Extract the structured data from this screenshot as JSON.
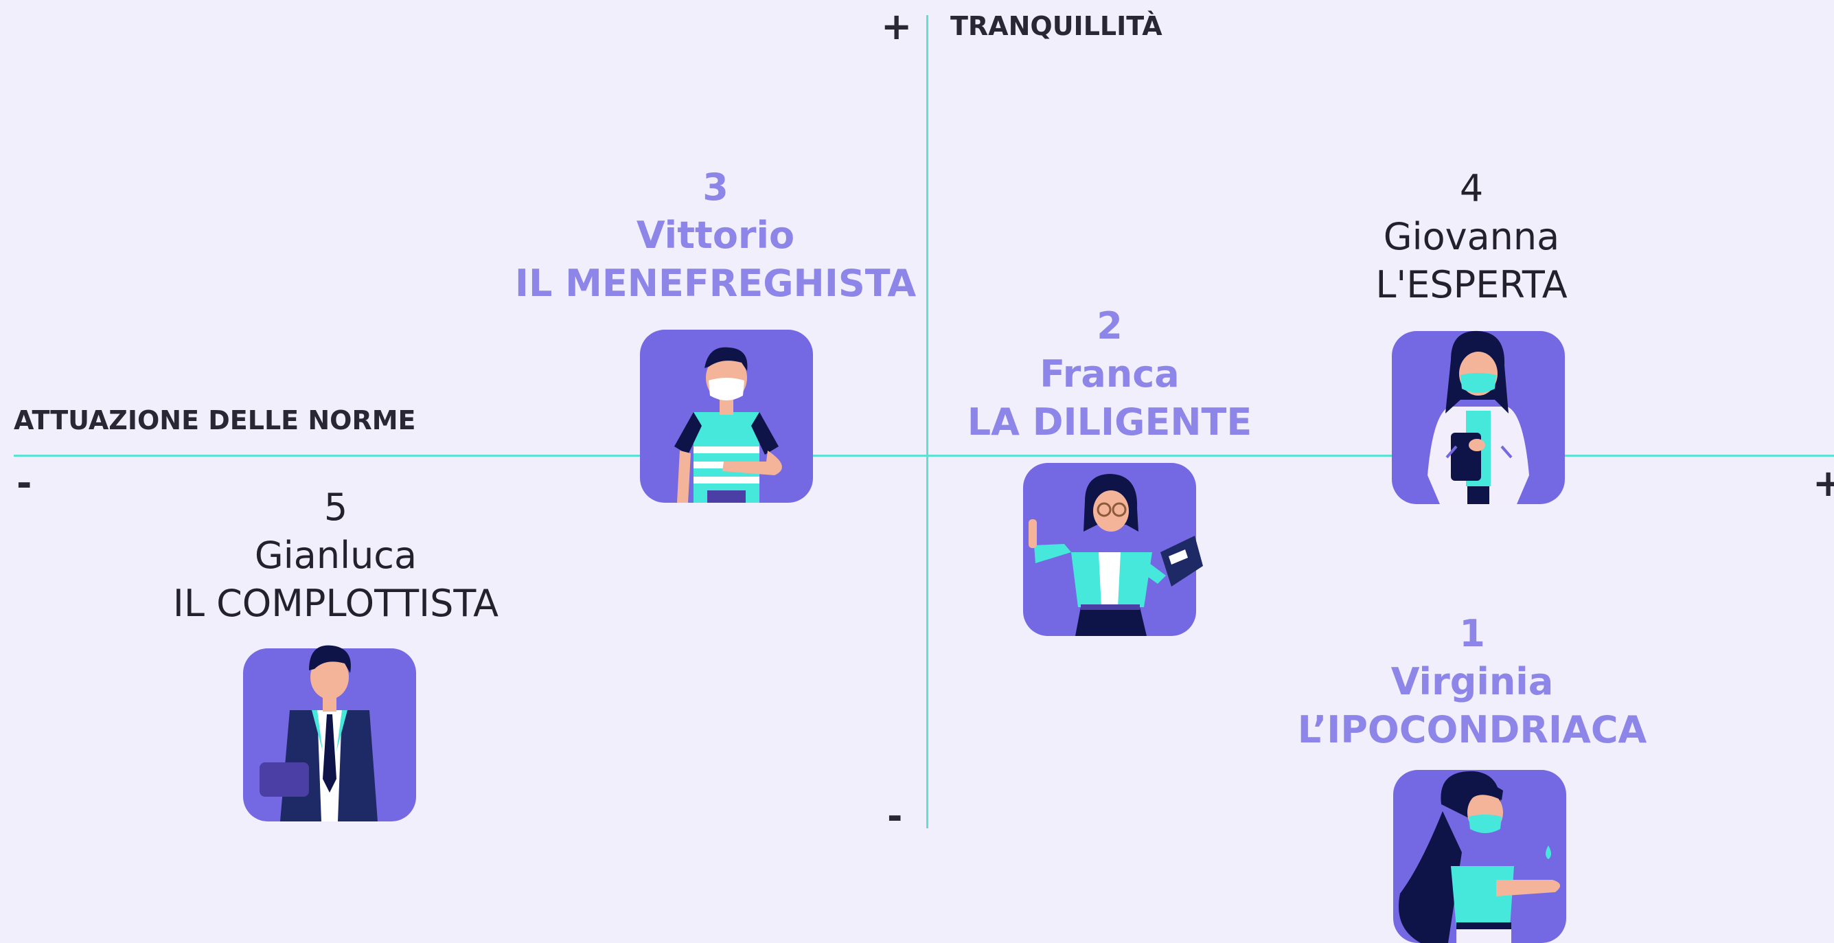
{
  "axes": {
    "y_title": "TRANQUILLITÀ",
    "x_title": "ATTUAZIONE DELLE NORME",
    "y_plus": "+",
    "y_minus": "-",
    "x_minus": "-",
    "x_plus": "+"
  },
  "personas": [
    {
      "number": "1",
      "name": "Virginia",
      "role": "L’IPOCONDRIACA",
      "style": "accent",
      "icon": "woman-washing-hands-icon"
    },
    {
      "number": "2",
      "name": "Franca",
      "role": "LA DILIGENTE",
      "style": "accent",
      "icon": "woman-teacher-book-icon"
    },
    {
      "number": "3",
      "name": "Vittorio",
      "role": "IL MENEFREGHISTA",
      "style": "accent",
      "icon": "man-thumbs-up-icon"
    },
    {
      "number": "4",
      "name": "Giovanna",
      "role": "L'ESPERTA",
      "style": "dark",
      "icon": "woman-doctor-icon"
    },
    {
      "number": "5",
      "name": "Gianluca",
      "role": "IL COMPLOTTISTA",
      "style": "dark",
      "icon": "man-suit-icon"
    }
  ],
  "colors": {
    "background": "#f1effb",
    "axis": "#5fe0d2",
    "accent_text": "#8d85e8",
    "card": "#7469e2",
    "turquoise": "#46e8dc",
    "navy": "#0f1448"
  }
}
